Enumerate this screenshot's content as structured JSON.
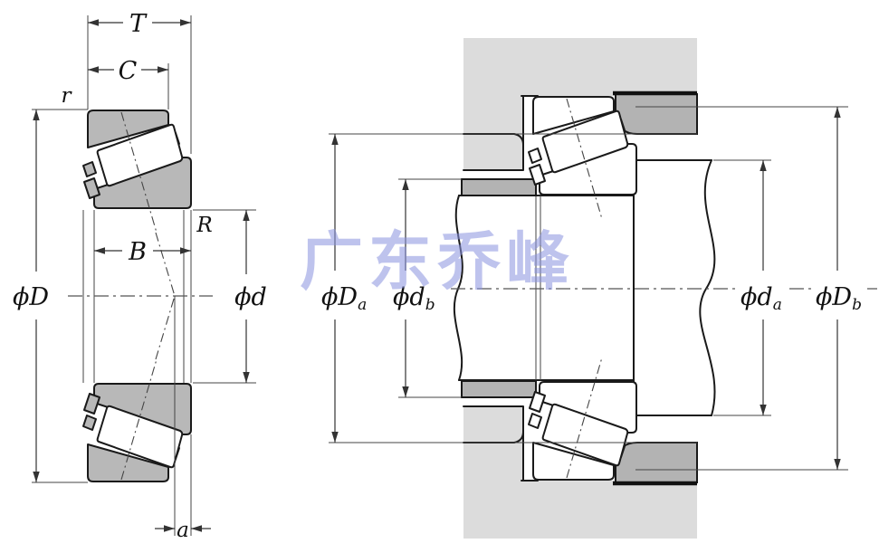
{
  "drawing_type": "tapered roller bearing dimension drawing",
  "watermark": {
    "text": "广东乔峰",
    "color": "#8a93e0"
  },
  "colors": {
    "background": "#ffffff",
    "bearing_ring_fill": "#b8b8b8",
    "housing_fill": "#dcdcdc",
    "shoulder_ring_fill": "#b3b3b3",
    "spacer_fill": "#b3b3b3",
    "outline": "#1a1a1a",
    "dimension_line": "#333333",
    "watermark_blue": "#8a93e0"
  },
  "left_view": {
    "name": "bearing cross-section view",
    "labels": {
      "total_width": "T",
      "cup_width": "C",
      "chamfer_radius": "r",
      "cone_width": "B",
      "back_corner_radius": "R",
      "outer_diameter": "ϕD",
      "bore_diameter": "ϕd",
      "load_center_offset": "a"
    }
  },
  "right_view": {
    "name": "mounted bearing with shaft and housing",
    "labels": {
      "housing_shoulder_diameter": {
        "main": "ϕD",
        "sub": "a"
      },
      "front_rib_abutment_diameter": {
        "main": "ϕd",
        "sub": "b"
      },
      "shaft_shoulder_diameter": {
        "main": "ϕd",
        "sub": "a"
      },
      "housing_recess_diameter": {
        "main": "ϕD",
        "sub": "b"
      }
    }
  }
}
